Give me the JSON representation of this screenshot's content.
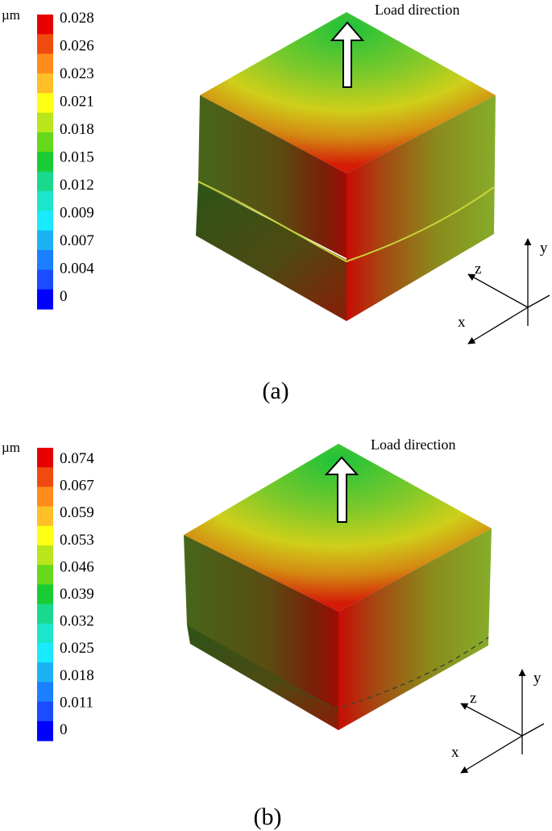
{
  "panels": [
    {
      "id": "a",
      "caption": "(a)",
      "unit": "µm",
      "load_label": "Load direction",
      "axes": {
        "x": "x",
        "y": "y",
        "z": "z"
      },
      "legend_values": [
        "0.028",
        "0.026",
        "0.023",
        "0.021",
        "0.018",
        "0.015",
        "0.012",
        "0.009",
        "0.007",
        "0.004",
        "0"
      ]
    },
    {
      "id": "b",
      "caption": "(b)",
      "unit": "µm",
      "load_label": "Load direction",
      "axes": {
        "x": "x",
        "y": "y",
        "z": "z"
      },
      "legend_values": [
        "0.074",
        "0.067",
        "0.059",
        "0.053",
        "0.046",
        "0.039",
        "0.032",
        "0.025",
        "0.018",
        "0.011",
        "0"
      ]
    }
  ],
  "colormap": [
    "#e60000",
    "#f04a10",
    "#ff8c1a",
    "#ffbf26",
    "#ffff14",
    "#b8e61a",
    "#66d91a",
    "#1acc33",
    "#1ad98c",
    "#1ae6cc",
    "#1aeaff",
    "#1ab2f2",
    "#1a80ff",
    "#1a4dff",
    "#0000ff"
  ],
  "colors": {
    "top_face_center": "#27c23a",
    "edge_max": "#dd0c06",
    "side_dark": "#3f5a12"
  }
}
